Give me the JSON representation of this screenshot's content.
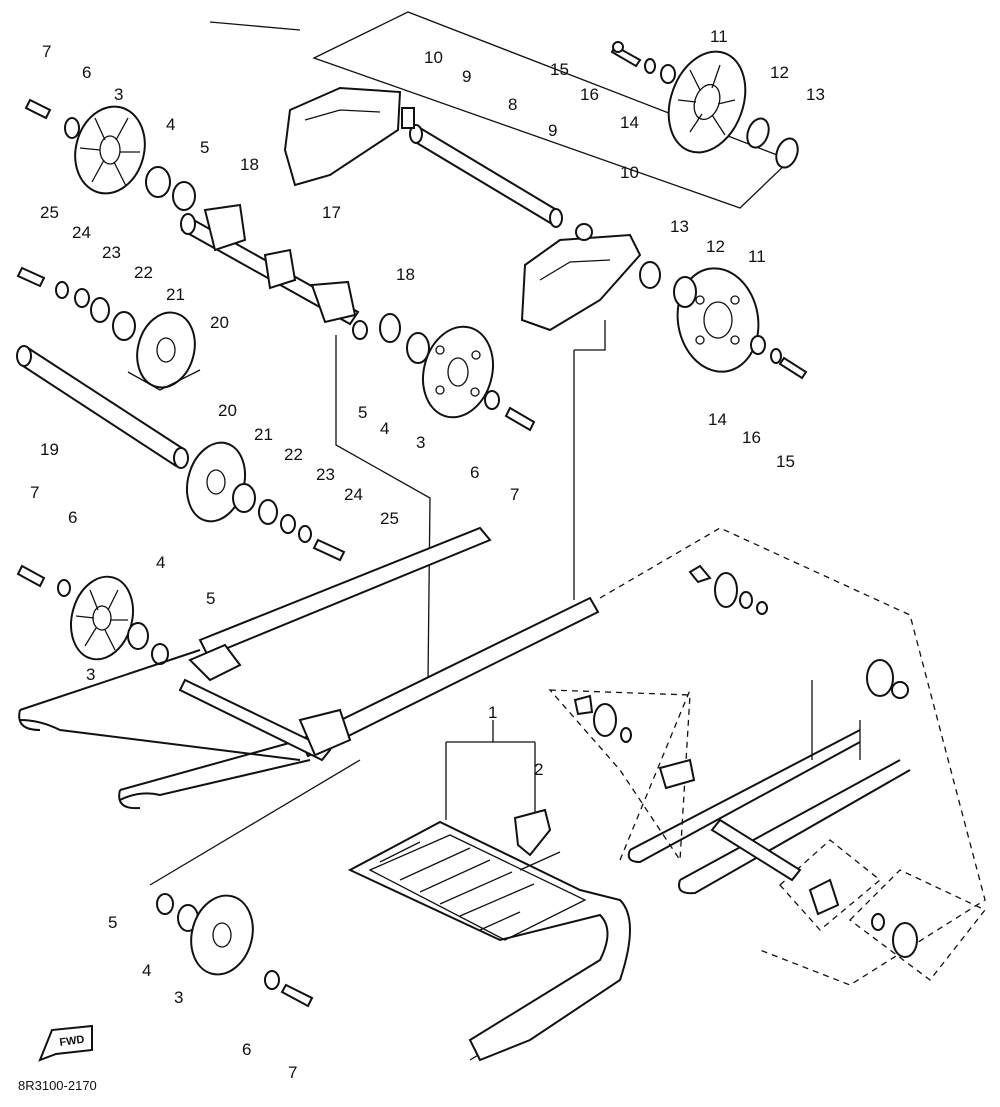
{
  "diagram": {
    "code": "8R3100-2170",
    "fwd_label": "FWD",
    "callouts": {
      "c7a": "7",
      "c6a": "6",
      "c3a": "3",
      "c4a": "4",
      "c5a": "5",
      "c18a": "18",
      "c17": "17",
      "c25a": "25",
      "c24a": "24",
      "c23a": "23",
      "c22a": "22",
      "c21a": "21",
      "c20a": "20",
      "c19": "19",
      "c20b": "20",
      "c21b": "21",
      "c22b": "22",
      "c23b": "23",
      "c24b": "24",
      "c25b": "25",
      "c7b": "7",
      "c6b": "6",
      "c4b": "4",
      "c5b": "5",
      "c3b": "3",
      "c10a": "10",
      "c9a": "9",
      "c8": "8",
      "c9b": "9",
      "c10b": "10",
      "c15a": "15",
      "c16a": "16",
      "c14a": "14",
      "c11a": "11",
      "c12a": "12",
      "c13a": "13",
      "c13b": "13",
      "c12b": "12",
      "c11b": "11",
      "c14b": "14",
      "c16b": "16",
      "c15b": "15",
      "c18b": "18",
      "c5c": "5",
      "c4c": "4",
      "c3c": "3",
      "c6c": "6",
      "c7c": "7",
      "c1": "1",
      "c2": "2",
      "c5d": "5",
      "c4d": "4",
      "c3d": "3",
      "c6d": "6",
      "c7d": "7"
    }
  }
}
